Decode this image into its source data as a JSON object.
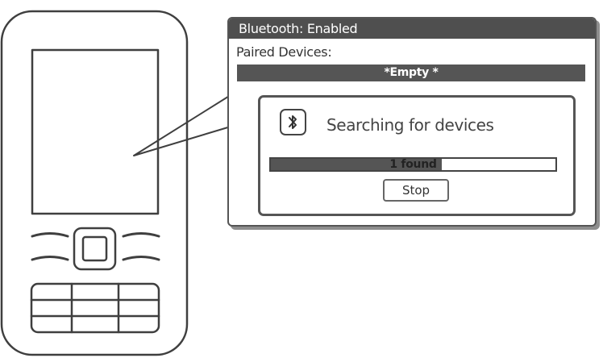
{
  "window": {
    "title": "Bluetooth: Enabled",
    "paired_label": "Paired Devices:",
    "paired_list_empty": "*Empty *"
  },
  "search_dialog": {
    "icon": "bluetooth-icon",
    "status_text": "Searching for devices",
    "progress_text": "1 found",
    "progress_fraction": 0.6,
    "stop_label": "Stop"
  },
  "colors": {
    "dark_fill": "#555555",
    "outline": "#444444",
    "shadow": "#8e8e8e"
  }
}
